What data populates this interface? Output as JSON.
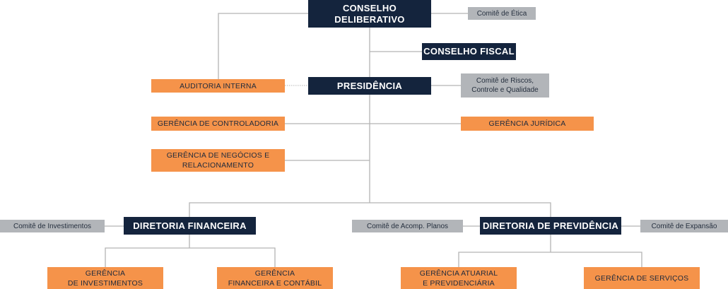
{
  "governance": {
    "conselho_deliberativo": "CONSELHO\nDELIBERATIVO",
    "comite_etica": "Comitê de Ética",
    "conselho_fiscal": "CONSELHO FISCAL",
    "auditoria_interna": "AUDITORIA INTERNA",
    "presidencia": "PRESIDÊNCIA",
    "comite_riscos": "Comitê de Riscos,\nControle e Qualidade"
  },
  "staff": {
    "gerencia_controladoria": "GERÊNCIA DE CONTROLADORIA",
    "gerencia_juridica": "GERÊNCIA JURÍDICA",
    "gerencia_negocios": "GERÊNCIA DE NEGÓCIOS E\nRELACIONAMENTO"
  },
  "diretoria_financeira": {
    "title": "DIRETORIA FINANCEIRA",
    "comite": "Comitê de Investimentos",
    "gerencia_investimentos": "GERÊNCIA\nDE INVESTIMENTOS",
    "gerencia_financeira": "GERÊNCIA\nFINANCEIRA E CONTÁBIL"
  },
  "diretoria_previdencia": {
    "title": "DIRETORIA DE PREVIDÊNCIA",
    "comite_acomp": "Comitê de Acomp. Planos",
    "comite_expansao": "Comitê de Expansão",
    "gerencia_atuarial": "GERÊNCIA ATUARIAL\nE PREVIDENCIÁRIA",
    "gerencia_servicos": "GERÊNCIA DE SERVIÇOS"
  },
  "colors": {
    "navy": "#14243d",
    "orange": "#f5934a",
    "grey": "#b2b5b9",
    "connector": "#b4b4b4"
  }
}
